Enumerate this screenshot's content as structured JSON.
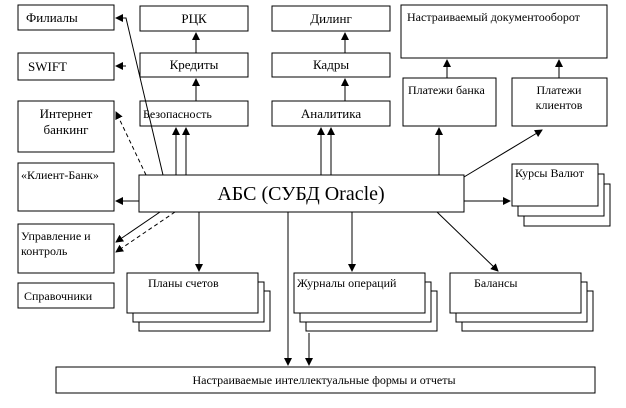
{
  "nodes": {
    "filialy": "Филиалы",
    "swift": "SWIFT",
    "internet_banking_1": "Интернет",
    "internet_banking_2": "банкинг",
    "client_bank": "«Клиент-Банк»",
    "management_1": "Управление и",
    "management_2": "контроль",
    "reference": "Справочники",
    "rck": "РЦК",
    "credits": "Кредиты",
    "security": "Безопасность",
    "dealing": "Дилинг",
    "personnel": "Кадры",
    "analytics": "Аналитика",
    "workflow": "Настраиваемый документооборот",
    "bank_payments": "Платежи банка",
    "client_payments_1": "Платежи",
    "client_payments_2": "клиентов",
    "currency_rates": "Курсы Валют",
    "core": "АБС (СУБД Oracle)",
    "chart_of_accounts": "Планы счетов",
    "operation_journals": "Журналы операций",
    "balances": "Балансы",
    "reports": "Настраиваемые интеллектуальные формы и отчеты"
  }
}
